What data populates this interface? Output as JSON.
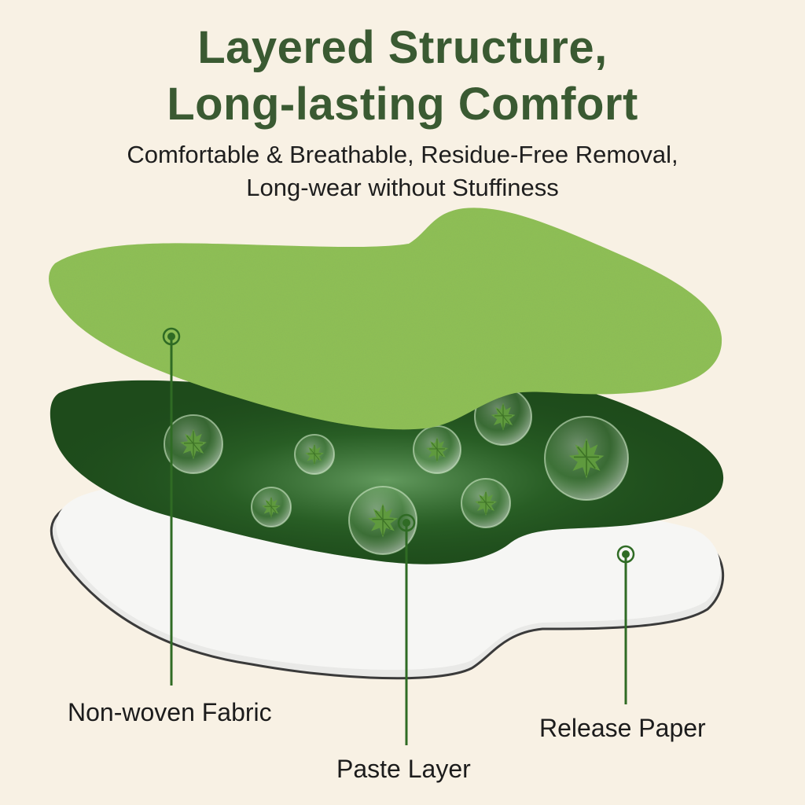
{
  "header": {
    "title_line1": "Layered Structure,",
    "title_line2": "Long-lasting Comfort",
    "subtitle_line1": "Comfortable & Breathable, Residue-Free Removal,",
    "subtitle_line2": "Long-wear without Stuffiness"
  },
  "layers": [
    {
      "label": "Non-woven Fabric",
      "color": "#8fc154"
    },
    {
      "label": "Paste Layer",
      "color": "#1f4d1c"
    },
    {
      "label": "Release Paper",
      "color": "#f6f6f4"
    }
  ],
  "colors": {
    "background": "#f8f1e4",
    "title": "#3a5a32",
    "leader_line": "#2f6b24"
  },
  "icons": [
    "herb-bubble-icon",
    "pointer-dot-icon"
  ]
}
